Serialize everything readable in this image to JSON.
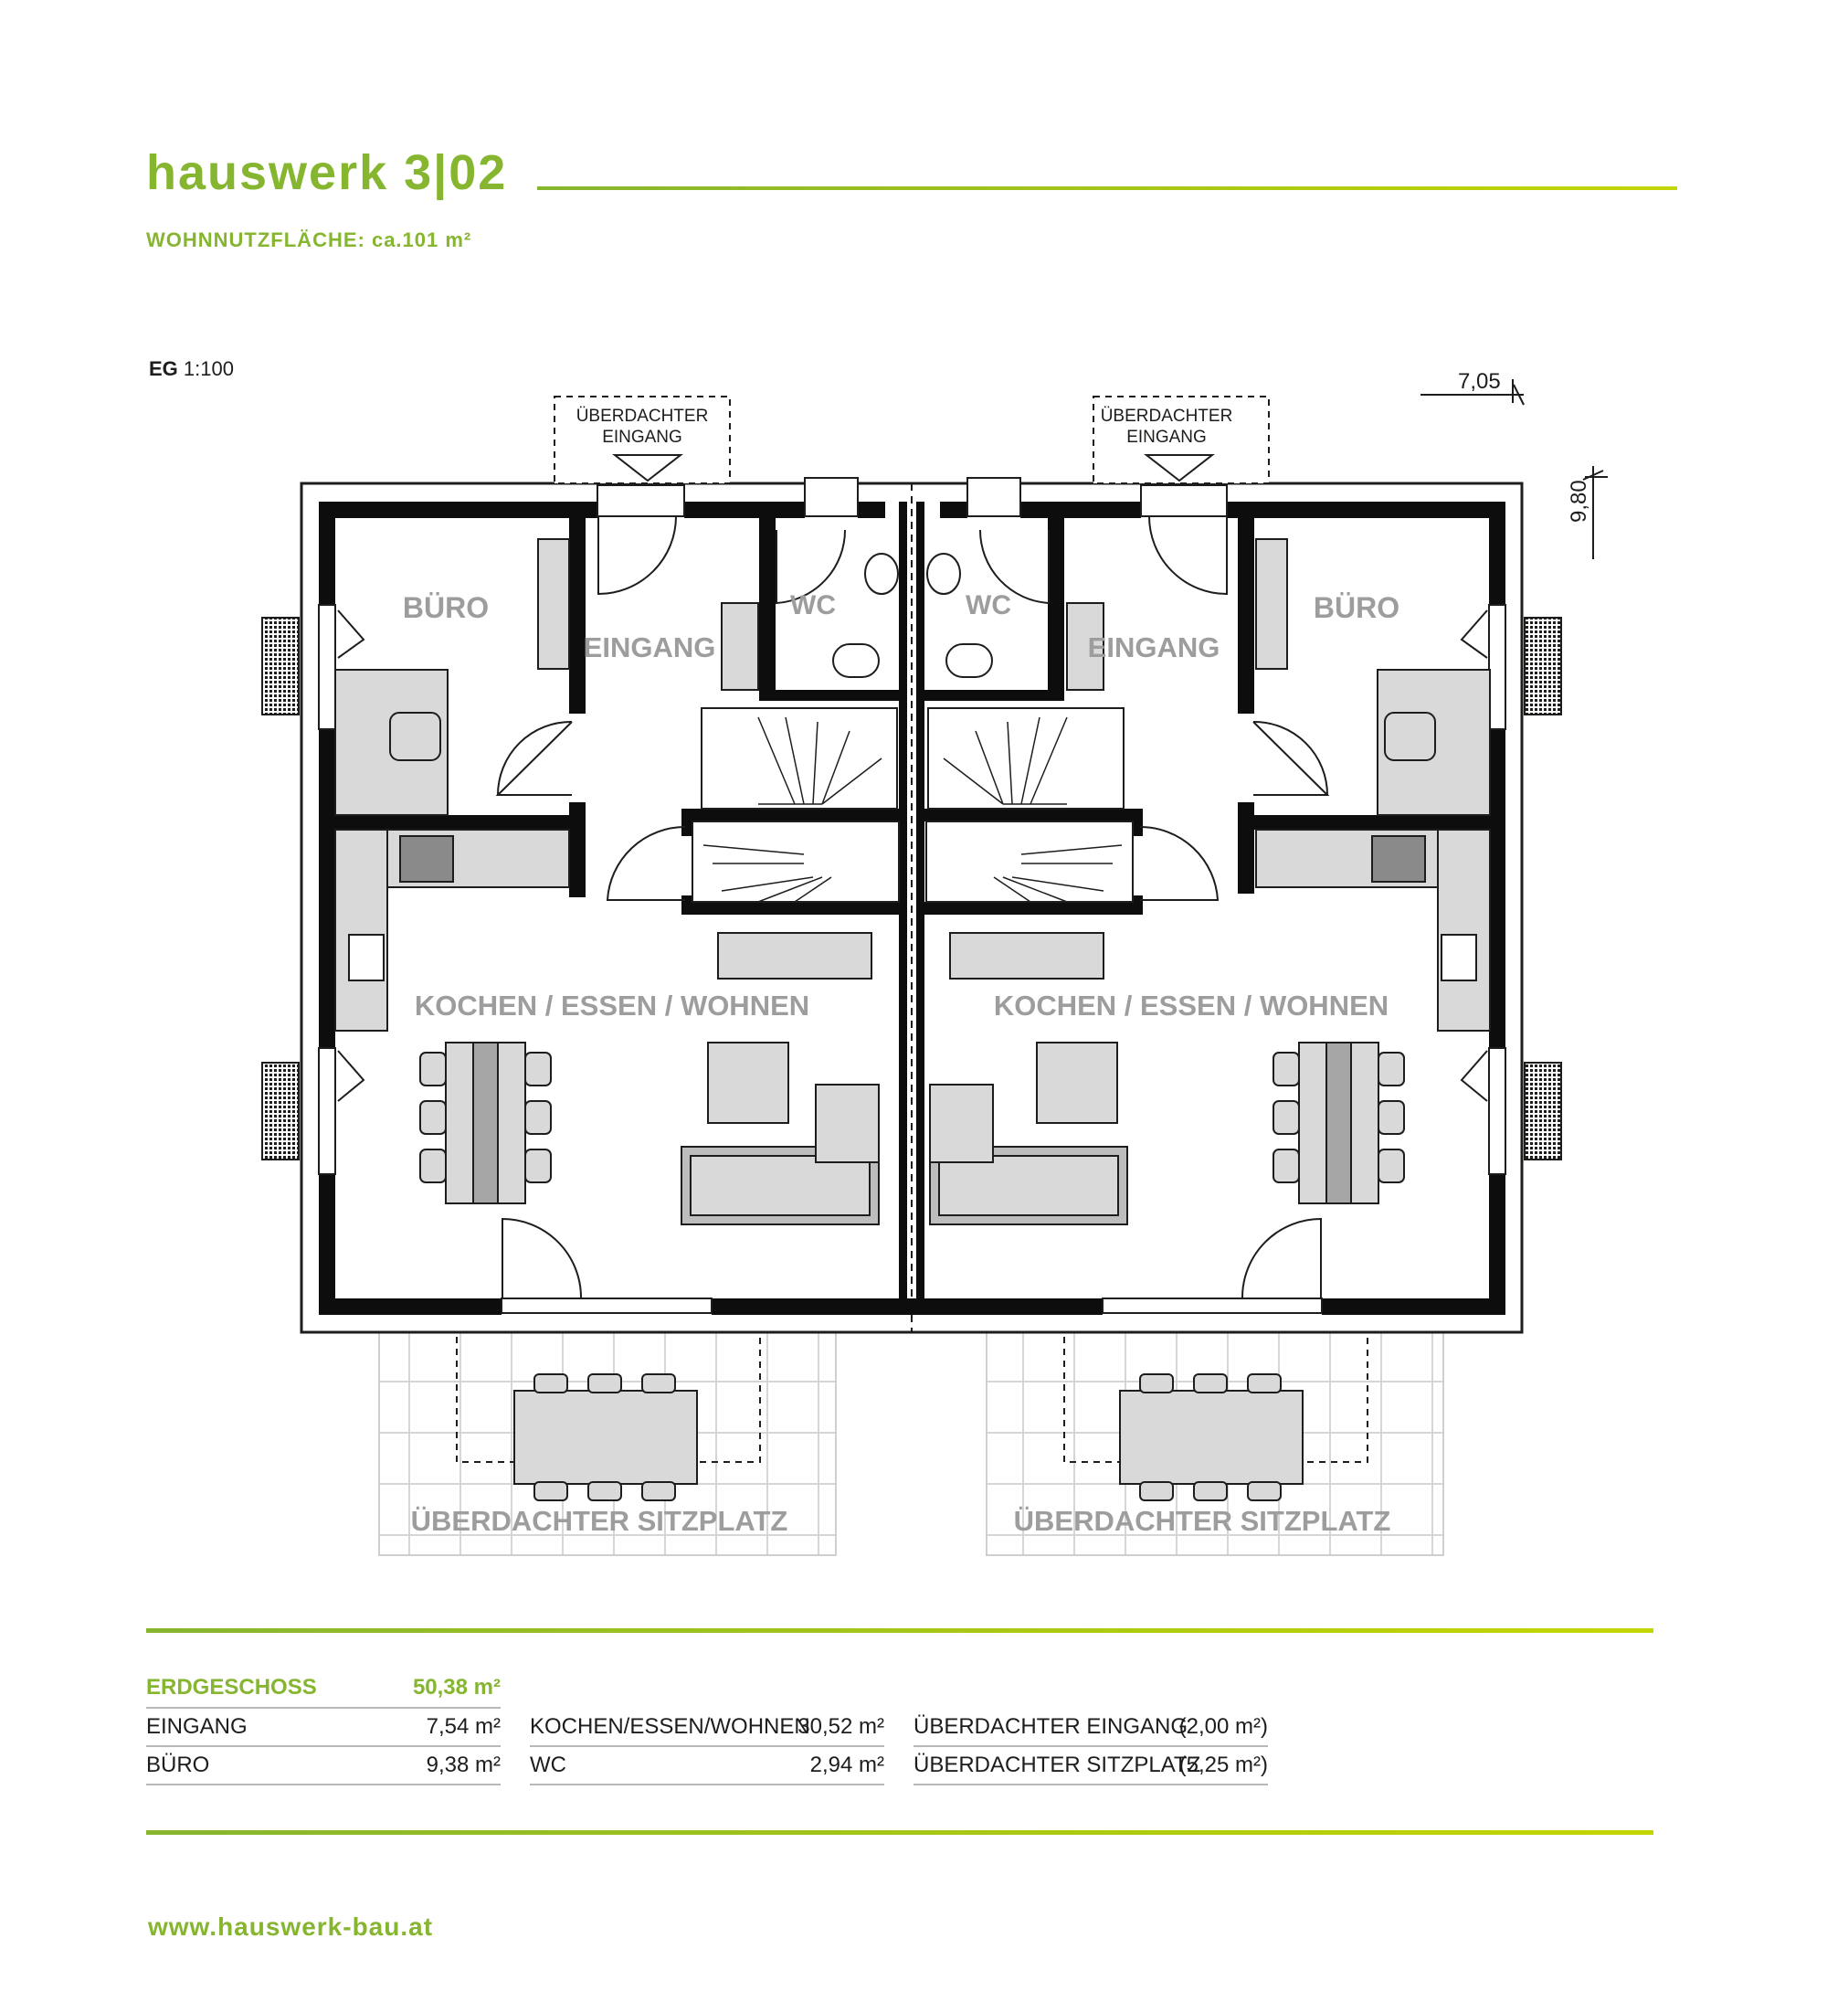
{
  "header": {
    "title": "hauswerk 3|02",
    "subtitle": "WOHNNUTZFLÄCHE: ca.101 m²"
  },
  "plan": {
    "floor": "EG",
    "scale": "1:100",
    "dimensions": {
      "width": "7,05",
      "depth": "9,80"
    },
    "labels": {
      "covered_entrance_1": "ÜBERDACHTER",
      "covered_entrance_2": "EINGANG",
      "office": "BÜRO",
      "entrance": "EINGANG",
      "wc": "WC",
      "living": "KOCHEN / ESSEN / WOHNEN",
      "terrace": "ÜBERDACHTER SITZPLATZ"
    }
  },
  "area_table": {
    "heading": {
      "label": "ERDGESCHOSS",
      "value": "50,38 m²"
    },
    "col1": [
      {
        "label": "EINGANG",
        "value": "7,54 m²"
      },
      {
        "label": "BÜRO",
        "value": "9,38 m²"
      }
    ],
    "col2": [
      {
        "label": "KOCHEN/ESSEN/WOHNEN",
        "value": "30,52 m²"
      },
      {
        "label": "WC",
        "value": "2,94 m²"
      }
    ],
    "col3": [
      {
        "label": "ÜBERDACHTER EINGANG",
        "value": "(2,00 m²)"
      },
      {
        "label": "ÜBERDACHTER SITZPLATZ",
        "value": "(5,25 m²)"
      }
    ]
  },
  "footer": {
    "website": "www.hauswerk-bau.at"
  },
  "colors": {
    "brand_green": "#86b52f",
    "wall": "#0d0d0d",
    "furniture": "#d9d9d9",
    "label_grey": "#9d9d9d"
  }
}
